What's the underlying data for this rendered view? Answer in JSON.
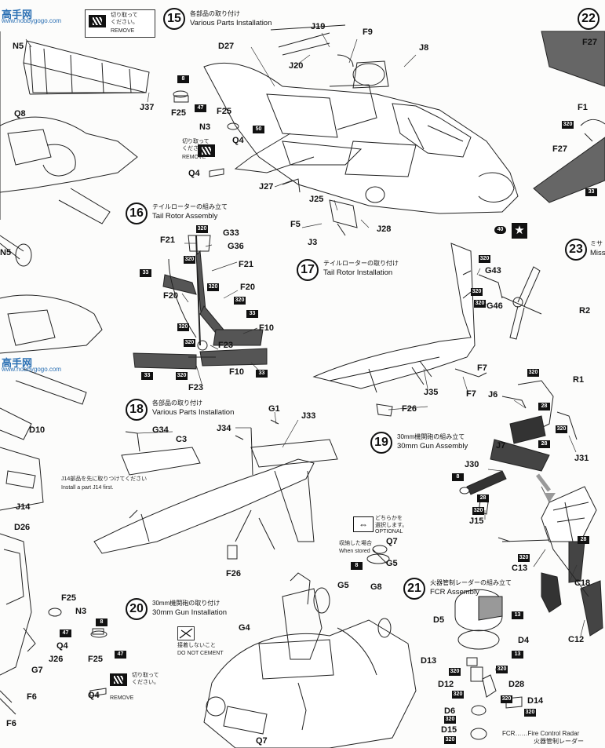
{
  "watermark": {
    "main": "高手网",
    "sub": "www.hobbygogo.com"
  },
  "steps": {
    "s15": {
      "num": "15",
      "jp": "各部品の取り付け",
      "en": "Various Parts Installation"
    },
    "s16": {
      "num": "16",
      "jp": "テイルローターの組み立て",
      "en": "Tail Rotor Assembly"
    },
    "s17": {
      "num": "17",
      "jp": "テイルローターの取り付け",
      "en": "Tail Rotor Installation"
    },
    "s18": {
      "num": "18",
      "jp": "各部品の取り付け",
      "en": "Various Parts Installation"
    },
    "s19": {
      "num": "19",
      "jp": "30mm機関砲の組み立て",
      "en": "30mm Gun Assembly"
    },
    "s20": {
      "num": "20",
      "jp": "30mm機関砲の取り付け",
      "en": "30mm Gun Installation"
    },
    "s21": {
      "num": "21",
      "jp": "火器管制レーダーの組み立て",
      "en": "FCR Assembly"
    },
    "s22": {
      "num": "22",
      "jp": "",
      "en": ""
    },
    "s23": {
      "num": "23",
      "jp": "ミサ",
      "en": "Miss"
    }
  },
  "notes": {
    "cut_remove_jp": "切り取って\nください。",
    "remove_en": "REMOVE",
    "j14_first_jp": "J14部品を先に取りつけてください",
    "j14_first_en": "Install a part J14 first.",
    "optional_jp": "どちらかを\n選択します。",
    "optional_en": "OPTIONAL",
    "stored_jp": "収納した場合",
    "stored_en": "When stored",
    "no_cement_jp": "接着しないこと",
    "no_cement_en": "DO NOT CEMENT",
    "fcr_legend": "FCR……Fire Control Radar",
    "fcr_legend_jp": "火器管制レーダー"
  },
  "part_labels": {
    "N5": "N5",
    "J37": "J37",
    "Q8": "Q8",
    "N5b": "N5",
    "D10": "D10",
    "J14": "J14",
    "D26": "D26",
    "F25a": "F25",
    "N3a": "N3",
    "Q4a": "Q4",
    "J26": "J26",
    "G7": "G7",
    "F6a": "F6",
    "F6b": "F6",
    "D27": "D27",
    "J19": "J19",
    "F9": "F9",
    "J8": "J8",
    "J20": "J20",
    "F25b": "F25",
    "N3b": "N3",
    "Q4b": "Q4",
    "Q4c": "Q4",
    "J27": "J27",
    "J25": "J25",
    "F5": "F5",
    "J3": "J3",
    "J28": "J28",
    "F27a": "F27",
    "F1": "F1",
    "F27b": "F27",
    "R2": "R2",
    "R1": "R1",
    "F21a": "F21",
    "G33": "G33",
    "G36": "G36",
    "F21b": "F21",
    "F20a": "F20",
    "F20b": "F20",
    "F10a": "F10",
    "F23a": "F23",
    "F10b": "F10",
    "F23b": "F23",
    "G43": "G43",
    "G46": "G46",
    "F7a": "F7",
    "J35": "J35",
    "F7b": "F7",
    "F26a": "F26",
    "G1": "G1",
    "J33": "J33",
    "G34": "G34",
    "C3": "C3",
    "J34": "J34",
    "F26b": "F26",
    "J6": "J6",
    "J7": "J7",
    "J30": "J30",
    "J31": "J31",
    "J15": "J15",
    "C13": "C13",
    "C18": "C18",
    "C12": "C12",
    "Q7a": "Q7",
    "G5a": "G5",
    "G5b": "G5",
    "G8": "G8",
    "G4": "G4",
    "Q7b": "Q7",
    "F25c": "F25",
    "Q4d": "Q4",
    "D5": "D5",
    "D4": "D4",
    "D13": "D13",
    "D12": "D12",
    "D28": "D28",
    "D14": "D14",
    "D6": "D6",
    "D15": "D15"
  },
  "paint_codes": {
    "c8a": "8",
    "c47a": "47",
    "c50": "50",
    "c47b": "47",
    "c40": "40",
    "c320a": "320",
    "c33a": "33",
    "c320b": "320",
    "c320c": "320",
    "c33b": "33",
    "c320d": "320",
    "c320e": "320",
    "c33c": "33",
    "c320f": "320",
    "c320g": "320",
    "c33d": "33",
    "c320h": "320",
    "c33e": "33",
    "c320i": "320",
    "c320j": "320",
    "c320k": "320",
    "c33f": "33",
    "c320l": "320",
    "c320m": "320",
    "c320n": "320",
    "c320o": "320",
    "c28a": "28",
    "c320p": "320",
    "c28b": "28",
    "c8b": "8",
    "c28c": "28",
    "c320q": "320",
    "c28d": "28",
    "c320r": "320",
    "c8c": "8",
    "c8d": "8",
    "c47c": "47",
    "c13a": "13",
    "c13b": "13",
    "c320s": "320",
    "c320t": "320",
    "c320u": "320",
    "c320v": "320",
    "c320w": "320",
    "c320x": "320",
    "c320y": "320",
    "c320z": "320",
    "c33g": "33"
  }
}
